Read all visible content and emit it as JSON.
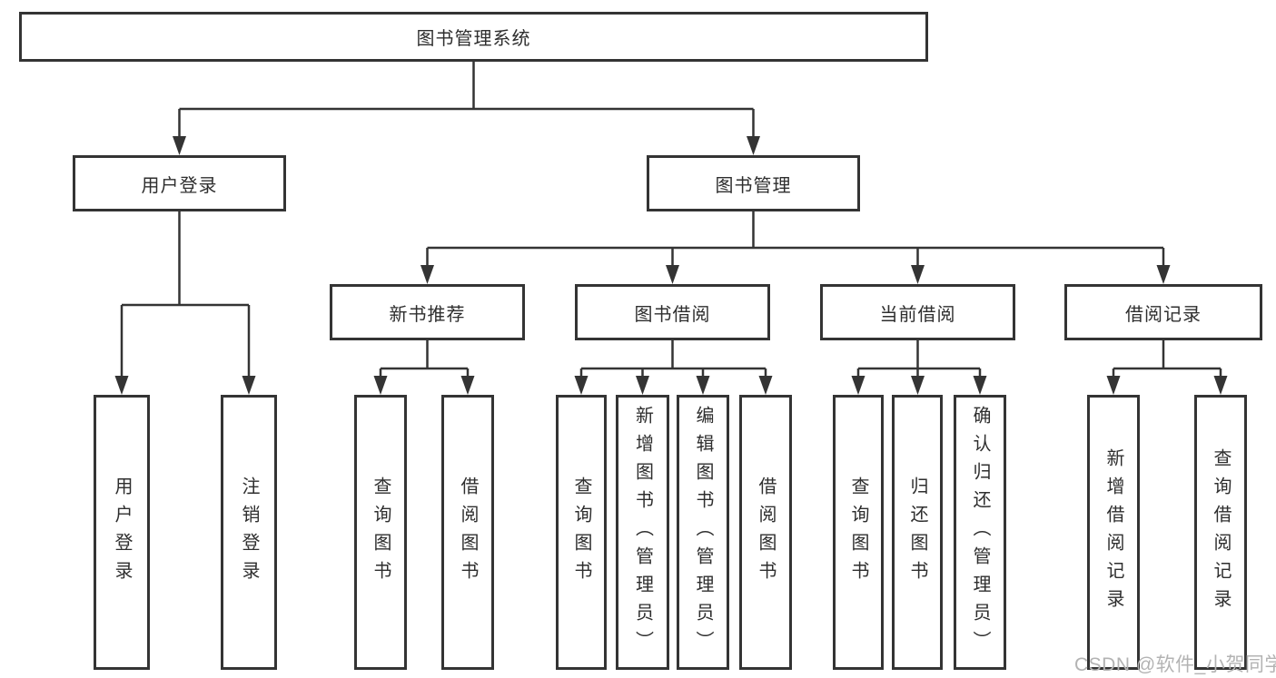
{
  "tree": {
    "label": "图书管理系统",
    "children": [
      {
        "label": "用户登录",
        "children": [
          {
            "label": "用户登录"
          },
          {
            "label": "注销登录"
          }
        ]
      },
      {
        "label": "图书管理",
        "children": [
          {
            "label": "新书推荐",
            "children": [
              {
                "label": "查询图书"
              },
              {
                "label": "借阅图书"
              }
            ]
          },
          {
            "label": "图书借阅",
            "children": [
              {
                "label": "查询图书"
              },
              {
                "label": "新增图书（管理员）"
              },
              {
                "label": "编辑图书（管理员）"
              },
              {
                "label": "借阅图书"
              }
            ]
          },
          {
            "label": "当前借阅",
            "children": [
              {
                "label": "查询图书"
              },
              {
                "label": "归还图书"
              },
              {
                "label": "确认归还（管理员）"
              }
            ]
          },
          {
            "label": "借阅记录",
            "children": [
              {
                "label": "新增借阅记录"
              },
              {
                "label": "查询借阅记录"
              }
            ]
          }
        ]
      }
    ]
  },
  "watermark": "CSDN @软件_小贺同学",
  "colors": {
    "line": "#343434",
    "text": "#2e2e2e",
    "background": "#ffffff",
    "watermark": "#b3b3b3"
  }
}
